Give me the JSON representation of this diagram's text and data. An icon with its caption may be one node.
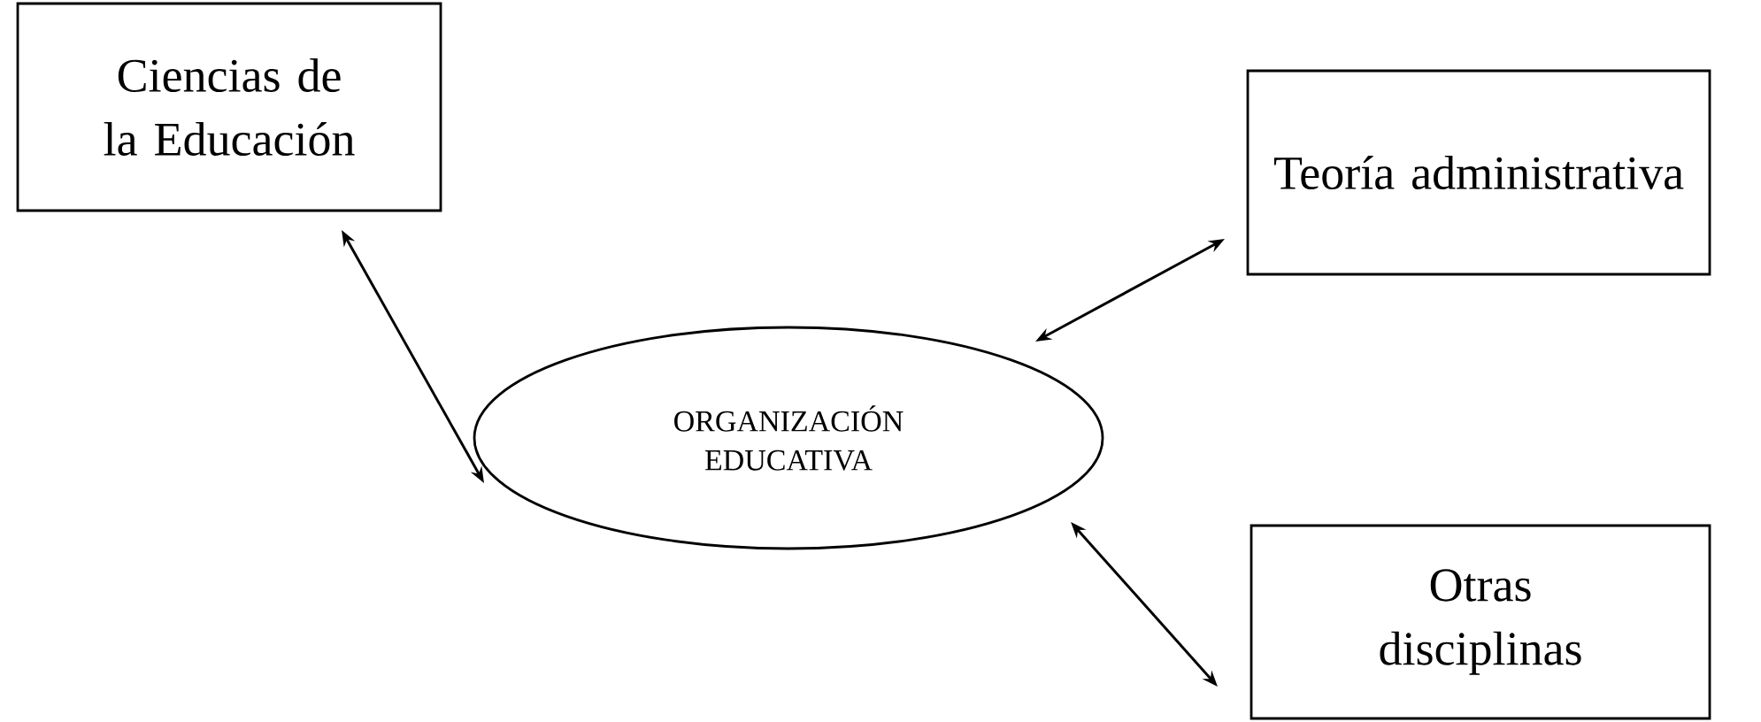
{
  "diagram": {
    "nodes": [
      {
        "text": [
          "Ciencias de la Educación"
        ]
      },
      {
        "text": [
          "Teoría administrativa"
        ]
      },
      {
        "text": [
          "ORGANIZACIÓN EDUCATIVA"
        ]
      },
      {
        "text": [
          "Otras disciplinas"
        ]
      }
    ],
    "edges": [
      {
        "from": 0,
        "to": 2,
        "arrow": "both"
      },
      {
        "from": 1,
        "to": 2,
        "arrow": "both"
      },
      {
        "from": 3,
        "to": 2,
        "arrow": "both"
      }
    ]
  }
}
